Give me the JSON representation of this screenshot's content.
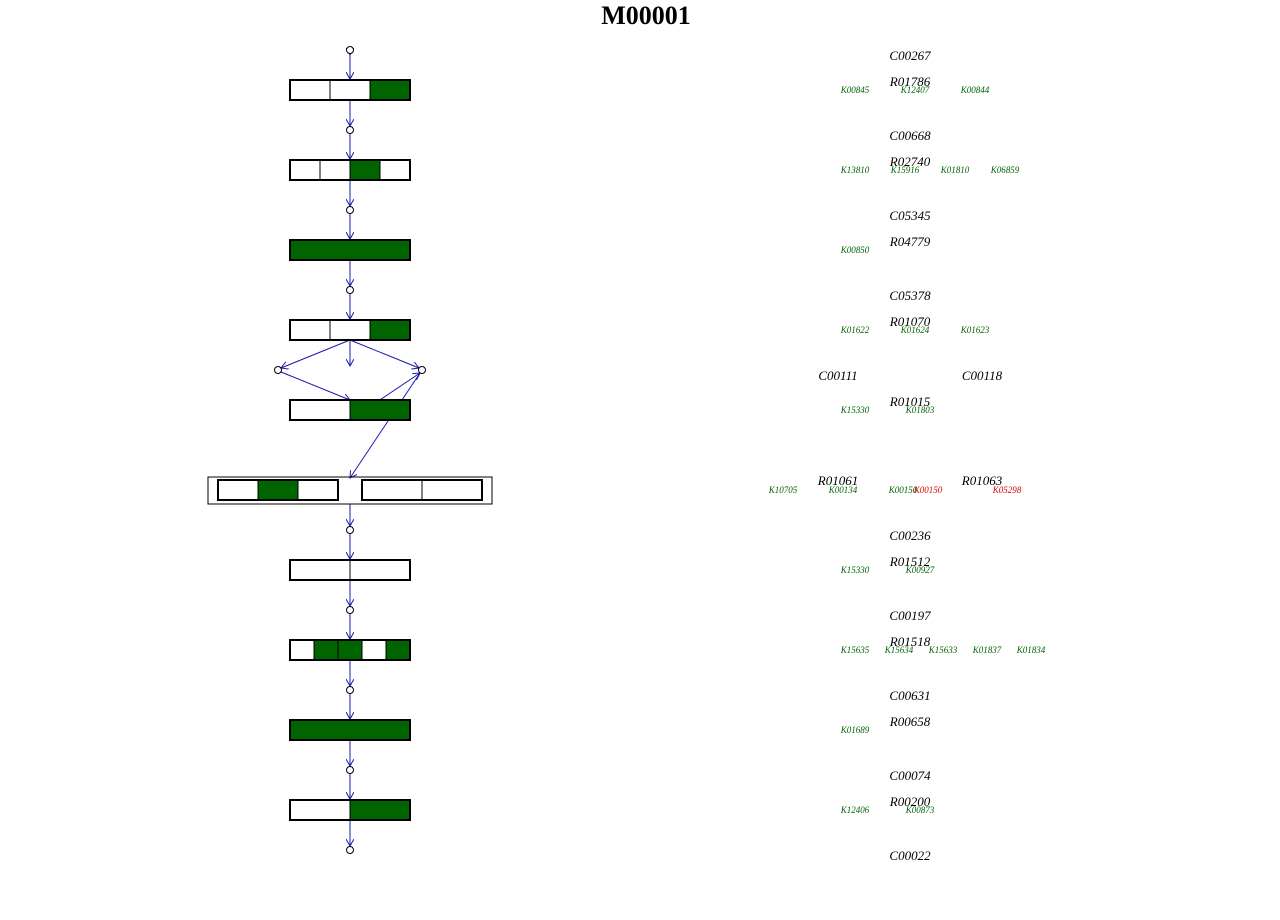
{
  "title": "M00001",
  "colors": {
    "present": "#006400",
    "absent": "#ffffff",
    "arrow": "#1a1aaa",
    "ko_present": "#006400",
    "ko_missing": "#dd0000",
    "outline": "#000000"
  },
  "compounds": [
    {
      "id": "C00267",
      "row": 0
    },
    {
      "id": "C00668",
      "row": 1
    },
    {
      "id": "C05345",
      "row": 2
    },
    {
      "id": "C05378",
      "row": 3
    },
    {
      "id": "C00111",
      "row": 4,
      "side": "left"
    },
    {
      "id": "C00118",
      "row": 4,
      "side": "right"
    },
    {
      "id": "C00236",
      "row": 6
    },
    {
      "id": "C00197",
      "row": 7
    },
    {
      "id": "C00631",
      "row": 8
    },
    {
      "id": "C00074",
      "row": 9
    },
    {
      "id": "C00022",
      "row": 10
    }
  ],
  "steps": [
    {
      "reaction": "R01786",
      "segments": [
        0,
        0,
        1
      ],
      "kos": [
        {
          "id": "K00845",
          "present": true
        },
        {
          "id": "K12407",
          "present": true
        },
        {
          "id": "K00844",
          "present": true
        }
      ]
    },
    {
      "reaction": "R02740",
      "segments": [
        0,
        0,
        1,
        0
      ],
      "kos": [
        {
          "id": "K13810",
          "present": true
        },
        {
          "id": "K15916",
          "present": true
        },
        {
          "id": "K01810",
          "present": true
        },
        {
          "id": "K06859",
          "present": true
        }
      ]
    },
    {
      "reaction": "R04779",
      "segments": [
        1
      ],
      "kos": [
        {
          "id": "K00850",
          "present": true
        }
      ]
    },
    {
      "reaction": "R01070",
      "segments": [
        0,
        0,
        1
      ],
      "kos": [
        {
          "id": "K01622",
          "present": true
        },
        {
          "id": "K01624",
          "present": true
        },
        {
          "id": "K01623",
          "present": true
        }
      ]
    },
    {
      "reaction": "R01015",
      "segments": [
        0,
        1
      ],
      "kos": [
        {
          "id": "K15330",
          "present": true
        },
        {
          "id": "K01803",
          "present": true
        }
      ]
    },
    {
      "group": [
        {
          "reaction": "R01061",
          "segments": [
            0,
            1,
            0
          ],
          "kos": [
            {
              "id": "K10705",
              "present": true
            },
            {
              "id": "K00134",
              "present": true
            },
            {
              "id": "K00150",
              "present": true
            }
          ]
        },
        {
          "reaction": "R01063",
          "segments": [
            0,
            0
          ],
          "kos": [
            {
              "id": "K00150",
              "present": false
            },
            {
              "id": "K05298",
              "present": false
            }
          ]
        }
      ]
    },
    {
      "reaction": "R01512",
      "segments": [
        0,
        0
      ],
      "kos": [
        {
          "id": "K15330",
          "present": true
        },
        {
          "id": "K00927",
          "present": true
        }
      ]
    },
    {
      "reaction": "R01518",
      "segments": [
        0,
        1,
        1,
        0,
        1
      ],
      "kos": [
        {
          "id": "K15635",
          "present": true
        },
        {
          "id": "K15634",
          "present": true
        },
        {
          "id": "K15633",
          "present": true
        },
        {
          "id": "K01837",
          "present": true
        },
        {
          "id": "K01834",
          "present": true
        }
      ]
    },
    {
      "reaction": "R00658",
      "segments": [
        1
      ],
      "kos": [
        {
          "id": "K01689",
          "present": true
        }
      ]
    },
    {
      "reaction": "R00200",
      "segments": [
        0,
        1
      ],
      "kos": [
        {
          "id": "K12406",
          "present": true
        },
        {
          "id": "K00873",
          "present": true
        }
      ]
    }
  ]
}
